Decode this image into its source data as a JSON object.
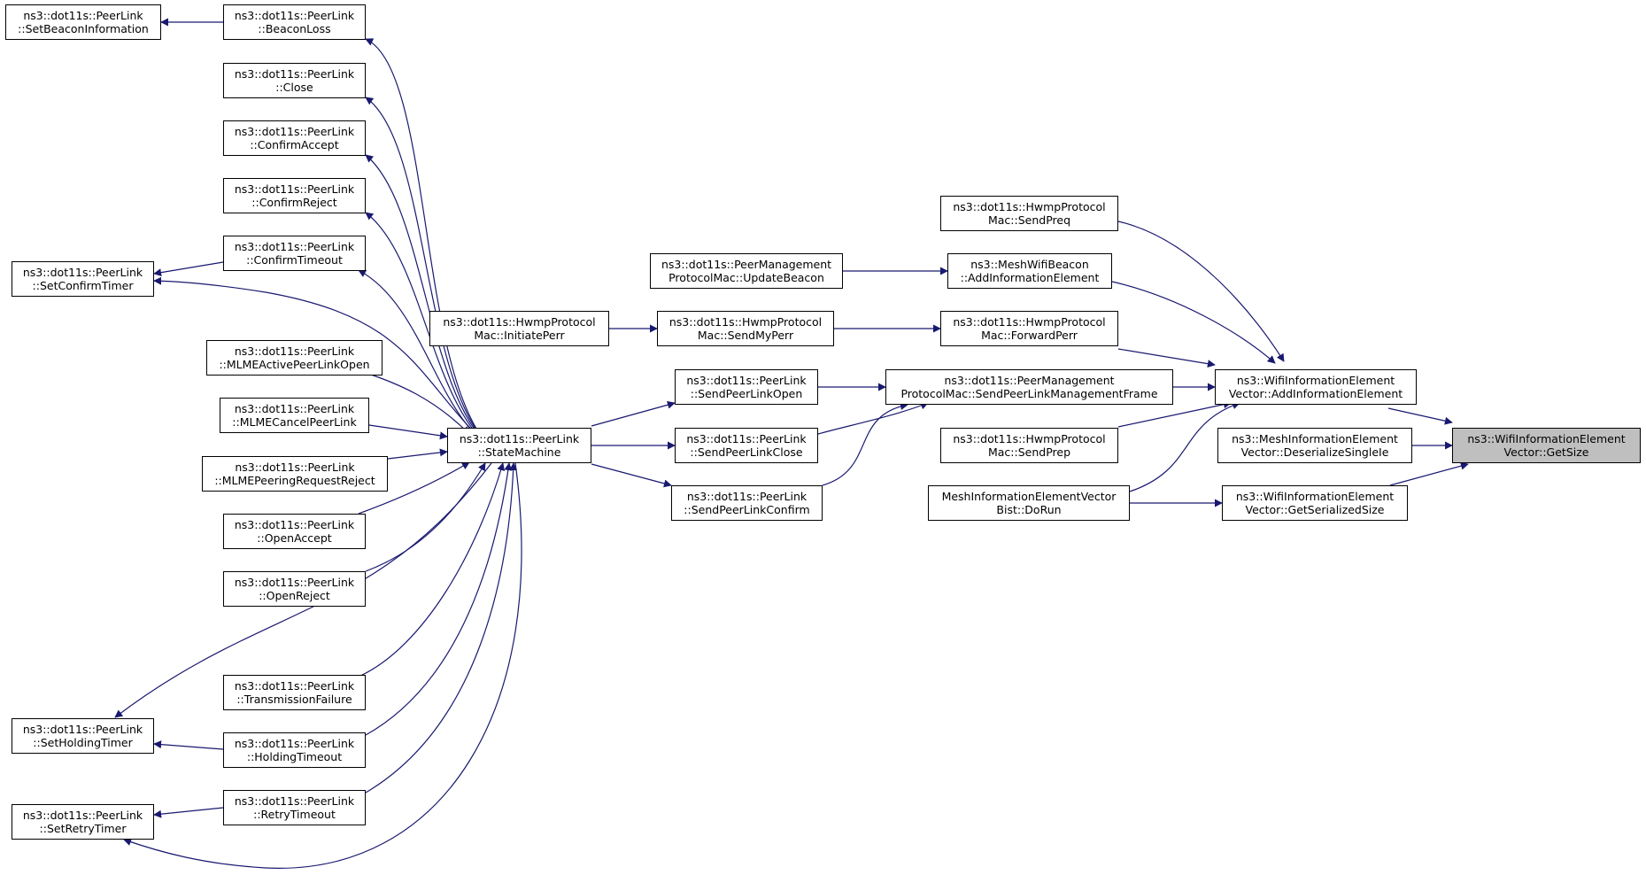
{
  "colors": {
    "edge": "#191970",
    "node_border": "#000000",
    "focus_fill": "#bfbfbf"
  },
  "nodes": {
    "setBeaconInformation": {
      "line1": "ns3::dot11s::PeerLink",
      "line2": "::SetBeaconInformation"
    },
    "beaconLoss": {
      "line1": "ns3::dot11s::PeerLink",
      "line2": "::BeaconLoss"
    },
    "close": {
      "line1": "ns3::dot11s::PeerLink",
      "line2": "::Close"
    },
    "confirmAccept": {
      "line1": "ns3::dot11s::PeerLink",
      "line2": "::ConfirmAccept"
    },
    "confirmReject": {
      "line1": "ns3::dot11s::PeerLink",
      "line2": "::ConfirmReject"
    },
    "confirmTimeout": {
      "line1": "ns3::dot11s::PeerLink",
      "line2": "::ConfirmTimeout"
    },
    "setConfirmTimer": {
      "line1": "ns3::dot11s::PeerLink",
      "line2": "::SetConfirmTimer"
    },
    "mlmeActivePeerLinkOpen": {
      "line1": "ns3::dot11s::PeerLink",
      "line2": "::MLMEActivePeerLinkOpen"
    },
    "mlmeCancelPeerLink": {
      "line1": "ns3::dot11s::PeerLink",
      "line2": "::MLMECancelPeerLink"
    },
    "mlmePeeringRequestReject": {
      "line1": "ns3::dot11s::PeerLink",
      "line2": "::MLMEPeeringRequestReject"
    },
    "openAccept": {
      "line1": "ns3::dot11s::PeerLink",
      "line2": "::OpenAccept"
    },
    "openReject": {
      "line1": "ns3::dot11s::PeerLink",
      "line2": "::OpenReject"
    },
    "transmissionFailure": {
      "line1": "ns3::dot11s::PeerLink",
      "line2": "::TransmissionFailure"
    },
    "setHoldingTimer": {
      "line1": "ns3::dot11s::PeerLink",
      "line2": "::SetHoldingTimer"
    },
    "holdingTimeout": {
      "line1": "ns3::dot11s::PeerLink",
      "line2": "::HoldingTimeout"
    },
    "setRetryTimer": {
      "line1": "ns3::dot11s::PeerLink",
      "line2": "::SetRetryTimer"
    },
    "retryTimeout": {
      "line1": "ns3::dot11s::PeerLink",
      "line2": "::RetryTimeout"
    },
    "stateMachine": {
      "line1": "ns3::dot11s::PeerLink",
      "line2": "::StateMachine"
    },
    "initiatePerr": {
      "line1": "ns3::dot11s::HwmpProtocol",
      "line2": "Mac::InitiatePerr"
    },
    "updateBeacon": {
      "line1": "ns3::dot11s::PeerManagement",
      "line2": "ProtocolMac::UpdateBeacon"
    },
    "sendMyPerr": {
      "line1": "ns3::dot11s::HwmpProtocol",
      "line2": "Mac::SendMyPerr"
    },
    "sendPeerLinkOpen": {
      "line1": "ns3::dot11s::PeerLink",
      "line2": "::SendPeerLinkOpen"
    },
    "sendPeerLinkClose": {
      "line1": "ns3::dot11s::PeerLink",
      "line2": "::SendPeerLinkClose"
    },
    "sendPeerLinkConfirm": {
      "line1": "ns3::dot11s::PeerLink",
      "line2": "::SendPeerLinkConfirm"
    },
    "sendPreq": {
      "line1": "ns3::dot11s::HwmpProtocol",
      "line2": "Mac::SendPreq"
    },
    "meshWifiBeaconAdd": {
      "line1": "ns3::MeshWifiBeacon",
      "line2": "::AddInformationElement"
    },
    "forwardPerr": {
      "line1": "ns3::dot11s::HwmpProtocol",
      "line2": "Mac::ForwardPerr"
    },
    "sendPeerLinkMgmtFrame": {
      "line1": "ns3::dot11s::PeerManagement",
      "line2": "ProtocolMac::SendPeerLinkManagementFrame"
    },
    "sendPrep": {
      "line1": "ns3::dot11s::HwmpProtocol",
      "line2": "Mac::SendPrep"
    },
    "doRun": {
      "line1": "MeshInformationElementVector",
      "line2": "Bist::DoRun"
    },
    "addInformationElement": {
      "line1": "ns3::WifiInformationElement",
      "line2": "Vector::AddInformationElement"
    },
    "deserializeSingleIe": {
      "line1": "ns3::MeshInformationElement",
      "line2": "Vector::DeserializeSingleIe"
    },
    "getSerializedSize": {
      "line1": "ns3::WifiInformationElement",
      "line2": "Vector::GetSerializedSize"
    },
    "getSize": {
      "line1": "ns3::WifiInformationElement",
      "line2": "Vector::GetSize"
    }
  }
}
